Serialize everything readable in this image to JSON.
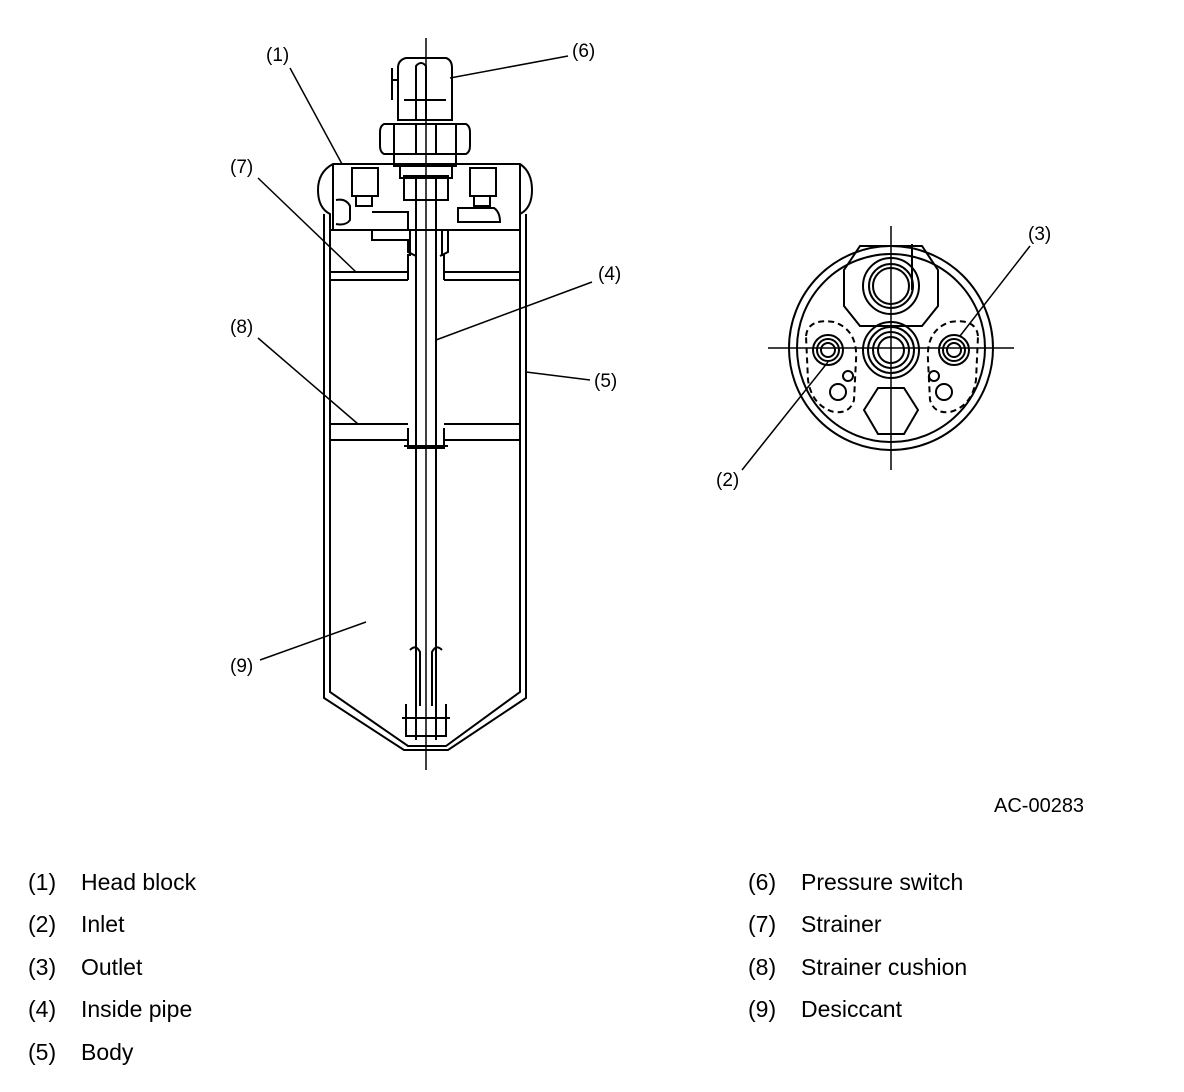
{
  "diagram": {
    "callouts": {
      "c1": "(1)",
      "c2": "(2)",
      "c3": "(3)",
      "c4": "(4)",
      "c5": "(5)",
      "c6": "(6)",
      "c7": "(7)",
      "c8": "(8)",
      "c9": "(9)"
    },
    "reference_code": "AC-00283"
  },
  "legend": {
    "left": [
      {
        "num": "(1)",
        "label": "Head block"
      },
      {
        "num": "(2)",
        "label": "Inlet"
      },
      {
        "num": "(3)",
        "label": "Outlet"
      },
      {
        "num": "(4)",
        "label": "Inside pipe"
      },
      {
        "num": "(5)",
        "label": "Body"
      }
    ],
    "right": [
      {
        "num": "(6)",
        "label": "Pressure switch"
      },
      {
        "num": "(7)",
        "label": "Strainer"
      },
      {
        "num": "(8)",
        "label": "Strainer cushion"
      },
      {
        "num": "(9)",
        "label": "Desiccant"
      }
    ]
  }
}
